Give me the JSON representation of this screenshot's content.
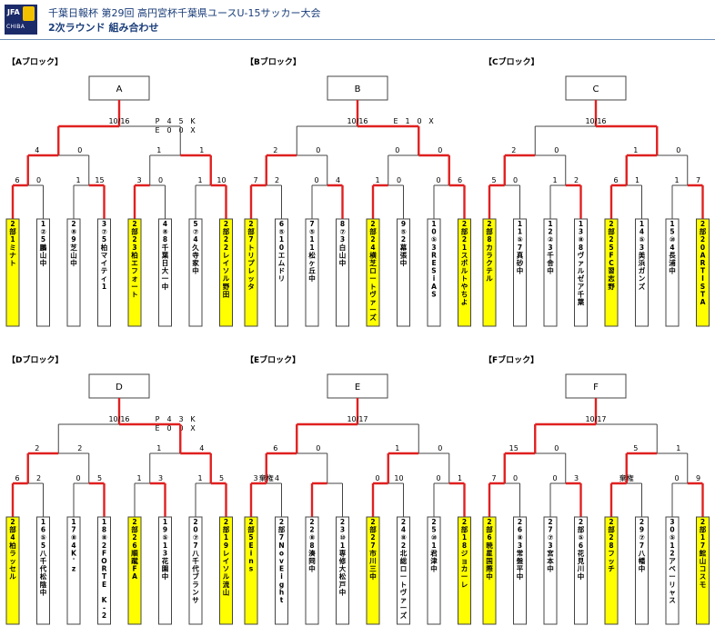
{
  "header": {
    "logo_text": "JFA",
    "logo_sub": "CHIBA",
    "title": "千葉日報杯 第29回 高円宮杯千葉県ユースU-15サッカー大会",
    "subtitle": "2次ラウンド 組み合わせ"
  },
  "colors": {
    "win_line": "#e02020",
    "base_line": "#444444",
    "seed_fill": "#ffff00",
    "title_text": "#1a3d7a"
  },
  "blocks": [
    {
      "label": "【Aブロック】",
      "box": "A",
      "date": "10/16",
      "notes": [
        [
          "P",
          "4",
          "5",
          "K"
        ],
        [
          "E",
          "0",
          "0",
          "X"
        ]
      ],
      "top_winner": "left",
      "semis": [
        {
          "left": "4",
          "right": "0",
          "winner": "left"
        },
        {
          "left": "1",
          "right": "1",
          "winner": "right"
        }
      ],
      "games": [
        {
          "left": "6",
          "right": "0",
          "winner": "left",
          "forfeit": ""
        },
        {
          "left": "1",
          "right": "15",
          "winner": "right",
          "forfeit": ""
        },
        {
          "left": "3",
          "right": "0",
          "winner": "left",
          "forfeit": ""
        },
        {
          "left": "1",
          "right": "10",
          "winner": "right",
          "forfeit": ""
        }
      ],
      "teams": [
        {
          "name": "2部1ミナト",
          "seed": true
        },
        {
          "name": "1②5鵬山中",
          "seed": false
        },
        {
          "name": "2⑧9芝山中",
          "seed": false
        },
        {
          "name": "3⑦5柏マイティ1",
          "seed": false
        },
        {
          "name": "2部23柏エフォート",
          "seed": true
        },
        {
          "name": "4⑧8千葉日大一中",
          "seed": false
        },
        {
          "name": "5⑦4久寺家中",
          "seed": false
        },
        {
          "name": "2部22レイソル野田",
          "seed": true
        }
      ]
    },
    {
      "label": "【Bブロック】",
      "box": "B",
      "date": "10/16",
      "notes": [
        [
          "E",
          "1",
          "0",
          "X"
        ]
      ],
      "top_winner": "right",
      "semis": [
        {
          "left": "2",
          "right": "0",
          "winner": "left"
        },
        {
          "left": "0",
          "right": "0",
          "winner": "right"
        }
      ],
      "games": [
        {
          "left": "7",
          "right": "2",
          "winner": "left",
          "forfeit": ""
        },
        {
          "left": "0",
          "right": "4",
          "winner": "right",
          "forfeit": ""
        },
        {
          "left": "1",
          "right": "0",
          "winner": "left",
          "forfeit": ""
        },
        {
          "left": "0",
          "right": "6",
          "winner": "right",
          "forfeit": ""
        }
      ],
      "teams": [
        {
          "name": "2部7トリプレッタ",
          "seed": true
        },
        {
          "name": "6⑤10エムドリ",
          "seed": false
        },
        {
          "name": "7⑤11松ヶ丘中",
          "seed": false
        },
        {
          "name": "8⑦3白山中",
          "seed": false
        },
        {
          "name": "2部24横芝ロートヴァーズ",
          "seed": true
        },
        {
          "name": "9⑤2幕張中",
          "seed": false
        },
        {
          "name": "10⑤3RESiAS",
          "seed": false
        },
        {
          "name": "2部21スポルトやちよ",
          "seed": true
        }
      ]
    },
    {
      "label": "【Cブロック】",
      "box": "C",
      "date": "10/16",
      "notes": [],
      "top_winner": "right",
      "semis": [
        {
          "left": "2",
          "right": "0",
          "winner": "left"
        },
        {
          "left": "1",
          "right": "0",
          "winner": "left"
        }
      ],
      "games": [
        {
          "left": "5",
          "right": "0",
          "winner": "left",
          "forfeit": ""
        },
        {
          "left": "1",
          "right": "2",
          "winner": "right",
          "forfeit": ""
        },
        {
          "left": "6",
          "right": "1",
          "winner": "left",
          "forfeit": ""
        },
        {
          "left": "1",
          "right": "7",
          "winner": "right",
          "forfeit": ""
        }
      ],
      "teams": [
        {
          "name": "2部8カラクテル",
          "seed": true
        },
        {
          "name": "11⑤7真砂中",
          "seed": false
        },
        {
          "name": "12②3千舎中",
          "seed": false
        },
        {
          "name": "13⑧8ヴァルゼア千葉",
          "seed": false
        },
        {
          "name": "2部25FC習志野",
          "seed": true
        },
        {
          "name": "14⑤3美浜ガンズ",
          "seed": false
        },
        {
          "name": "15⑩4長浦中",
          "seed": false
        },
        {
          "name": "2部20ARTISTA",
          "seed": true
        }
      ]
    },
    {
      "label": "【Dブロック】",
      "box": "D",
      "date": "10/16",
      "notes": [
        [
          "P",
          "4",
          "3",
          "K"
        ],
        [
          "E",
          "0",
          "0",
          "X"
        ]
      ],
      "top_winner": "right",
      "semis": [
        {
          "left": "2",
          "right": "2",
          "winner": "left"
        },
        {
          "left": "1",
          "right": "4",
          "winner": "right"
        }
      ],
      "games": [
        {
          "left": "6",
          "right": "2",
          "winner": "left",
          "forfeit": ""
        },
        {
          "left": "0",
          "right": "5",
          "winner": "right",
          "forfeit": ""
        },
        {
          "left": "1",
          "right": "3",
          "winner": "right",
          "forfeit": ""
        },
        {
          "left": "1",
          "right": "5",
          "winner": "right",
          "forfeit": ""
        }
      ],
      "teams": [
        {
          "name": "2部4柏ラッセル",
          "seed": true
        },
        {
          "name": "16⑤5八千代松陰中",
          "seed": false
        },
        {
          "name": "17⑧4K'z",
          "seed": false
        },
        {
          "name": "18⑧2FORTE K-2",
          "seed": false
        },
        {
          "name": "2部26順蹴FA",
          "seed": true
        },
        {
          "name": "19⑤13花園中",
          "seed": false
        },
        {
          "name": "20⑦7八千代ブランサ",
          "seed": false
        },
        {
          "name": "2部19レイソル流山",
          "seed": true
        }
      ]
    },
    {
      "label": "【Eブロック】",
      "box": "E",
      "date": "10/17",
      "notes": [],
      "top_winner": "left",
      "semis": [
        {
          "left": "6",
          "right": "0",
          "winner": "left"
        },
        {
          "left": "1",
          "right": "0",
          "winner": "left"
        }
      ],
      "games": [
        {
          "left": "3",
          "right": "4",
          "winner": "left",
          "forfeit": "棄権"
        },
        {
          "left": "",
          "right": "",
          "winner": "left",
          "forfeit": ""
        },
        {
          "left": "0",
          "right": "10",
          "winner": "left",
          "forfeit": ""
        },
        {
          "left": "0",
          "right": "1",
          "winner": "right",
          "forfeit": ""
        }
      ],
      "teams": [
        {
          "name": "2部5Eins",
          "seed": true
        },
        {
          "name": "2部7NovEight",
          "seed": false
        },
        {
          "name": "22⑧8湊岡中",
          "seed": false
        },
        {
          "name": "23⑩1専修大松戸中",
          "seed": false
        },
        {
          "name": "2部27市川三中",
          "seed": true
        },
        {
          "name": "24⑧2北総ロートヴァーズ",
          "seed": false
        },
        {
          "name": "25⑩1君津中",
          "seed": false
        },
        {
          "name": "2部18ジョカーレ",
          "seed": true
        }
      ]
    },
    {
      "label": "【Fブロック】",
      "box": "F",
      "date": "10/17",
      "notes": [],
      "top_winner": "left",
      "semis": [
        {
          "left": "15",
          "right": "0",
          "winner": "left"
        },
        {
          "left": "5",
          "right": "1",
          "winner": "left"
        }
      ],
      "games": [
        {
          "left": "7",
          "right": "0",
          "winner": "left",
          "forfeit": ""
        },
        {
          "left": "0",
          "right": "3",
          "winner": "right",
          "forfeit": ""
        },
        {
          "left": "",
          "right": "",
          "winner": "left",
          "forfeit": "棄権"
        },
        {
          "left": "0",
          "right": "9",
          "winner": "right",
          "forfeit": ""
        }
      ],
      "teams": [
        {
          "name": "2部6暁星国際中",
          "seed": true
        },
        {
          "name": "26⑧3常盤平中",
          "seed": false
        },
        {
          "name": "27⑦3宮本中",
          "seed": false
        },
        {
          "name": "2部⑤6花見川中",
          "seed": false
        },
        {
          "name": "2部28フッチ",
          "seed": true
        },
        {
          "name": "29⑦7八幡中",
          "seed": false
        },
        {
          "name": "30⑤12アベーリャス",
          "seed": false
        },
        {
          "name": "2部17館山コスモ",
          "seed": true
        }
      ]
    }
  ]
}
